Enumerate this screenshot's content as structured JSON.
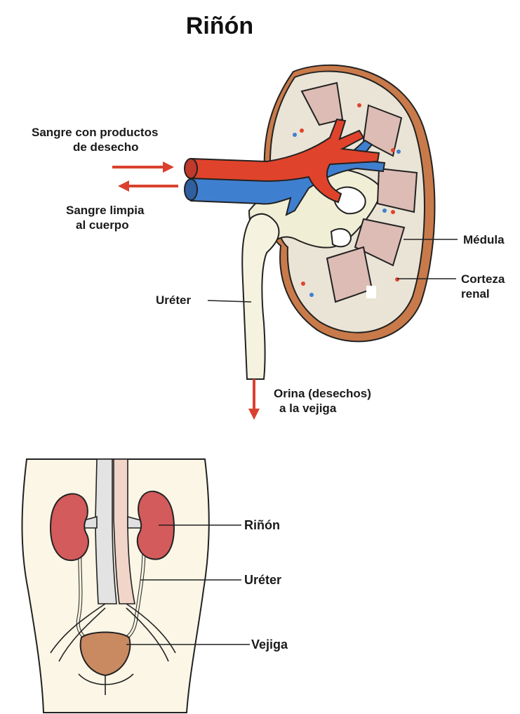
{
  "title": "Riñón",
  "labels": {
    "blood_in_line1": "Sangre con productos",
    "blood_in_line2": "de desecho",
    "blood_out_line1": "Sangre limpia",
    "blood_out_line2": "al cuerpo",
    "medula": "Médula",
    "cortex_line1": "Corteza",
    "cortex_line2": "renal",
    "ureter_top": "Uréter",
    "urine_line1": "Orina (desechos)",
    "urine_line2": "a la vejiga",
    "kidney_body": "Riñón",
    "ureter_body": "Uréter",
    "bladder": "Vejiga"
  },
  "colors": {
    "artery": "#e0432b",
    "vein": "#3f7fcf",
    "kidney_capsule": "#c97a4a",
    "cortex": "#e9e4d6",
    "medulla_pyramid": "#dcbcb4",
    "pelvis": "#f0efd6",
    "ureter": "#f5f2df",
    "body_kidney": "#d45b5b",
    "bladder": "#c98a62",
    "arrow": "#d9412e"
  }
}
